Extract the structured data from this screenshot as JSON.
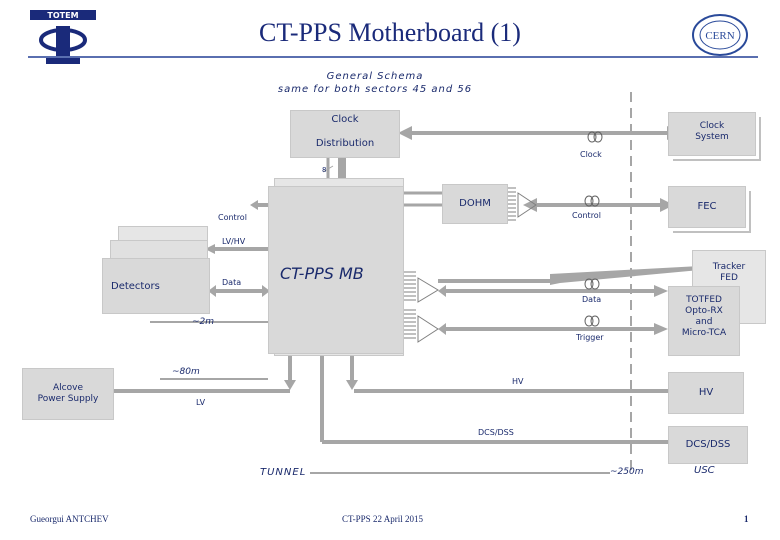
{
  "header": {
    "title": "CT-PPS Motherboard (1)",
    "subtitle_line1": "General Schema",
    "subtitle_line2": "same for both sectors 45 and 56"
  },
  "blocks": {
    "clock_distribution_top": "Clock",
    "clock_distribution_bottom": "Distribution",
    "clock_system_line1": "Clock",
    "clock_system_line2": "System",
    "dohm": "DOHM",
    "fec": "FEC",
    "ctpps_mb": "CT-PPS MB",
    "detectors": "Detectors",
    "tracker_fed_line1": "Tracker",
    "tracker_fed_line2": "FED",
    "totfed_line1": "TOTFED",
    "totfed_line2": "Opto-RX",
    "totfed_line3": "and",
    "totfed_line4": "Micro-TCA",
    "alcove_line1": "Alcove",
    "alcove_line2": "Power Supply",
    "hv_right": "HV",
    "dcs_dss_right": "DCS/DSS"
  },
  "labels": {
    "clock_link": "Clock",
    "control_link": "Control",
    "control_left": "Control",
    "lv_hv": "LV/HV",
    "data_left": "Data",
    "data_link": "Data",
    "trigger_link": "Trigger",
    "dist_2m": "~2m",
    "dist_80m": "~80m",
    "hv_line": "HV",
    "lv_line": "LV",
    "dcs_dss_line": "DCS/DSS",
    "tunnel": "TUNNEL",
    "dist_250m": "~250m",
    "usc": "USC",
    "bus_8": "8"
  },
  "footer": {
    "author": "Gueorgui ANTCHEV",
    "event": "CT-PPS 22 April 2015",
    "page": "1"
  },
  "logos": {
    "left": "TOTEM",
    "right": "CERN"
  },
  "colors": {
    "title": "#1a2a7a",
    "box": "#d9d9d9",
    "arrow": "#a6a6a6",
    "text": "#1a2a6c"
  }
}
